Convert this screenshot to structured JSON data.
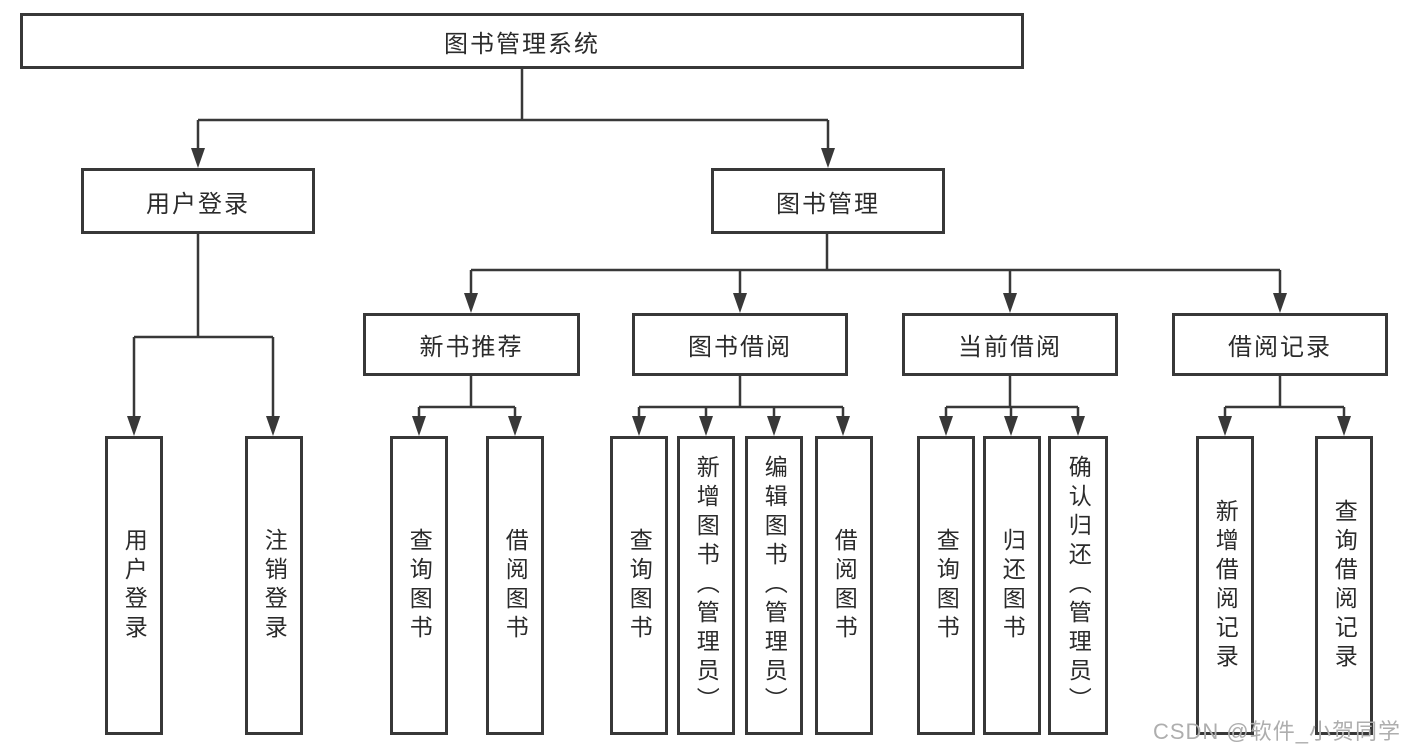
{
  "tree": {
    "label": "图书管理系统",
    "children": [
      {
        "label": "用户登录",
        "children": [
          {
            "label": "用户登录"
          },
          {
            "label": "注销登录"
          }
        ]
      },
      {
        "label": "图书管理",
        "children": [
          {
            "label": "新书推荐",
            "children": [
              {
                "label": "查询图书"
              },
              {
                "label": "借阅图书"
              }
            ]
          },
          {
            "label": "图书借阅",
            "children": [
              {
                "label": "查询图书"
              },
              {
                "label": "新增图书（管理员）"
              },
              {
                "label": "编辑图书（管理员）"
              },
              {
                "label": "借阅图书"
              }
            ]
          },
          {
            "label": "当前借阅",
            "children": [
              {
                "label": "查询图书"
              },
              {
                "label": "归还图书"
              },
              {
                "label": "确认归还（管理员）"
              }
            ]
          },
          {
            "label": "借阅记录",
            "children": [
              {
                "label": "新增借阅记录"
              },
              {
                "label": "查询借阅记录"
              }
            ]
          }
        ]
      }
    ]
  },
  "watermark": "CSDN @软件_小贺同学",
  "colors": {
    "line": "#383838",
    "text": "#2b2b2b",
    "watermark": "#aeaeae",
    "background": "#ffffff"
  }
}
